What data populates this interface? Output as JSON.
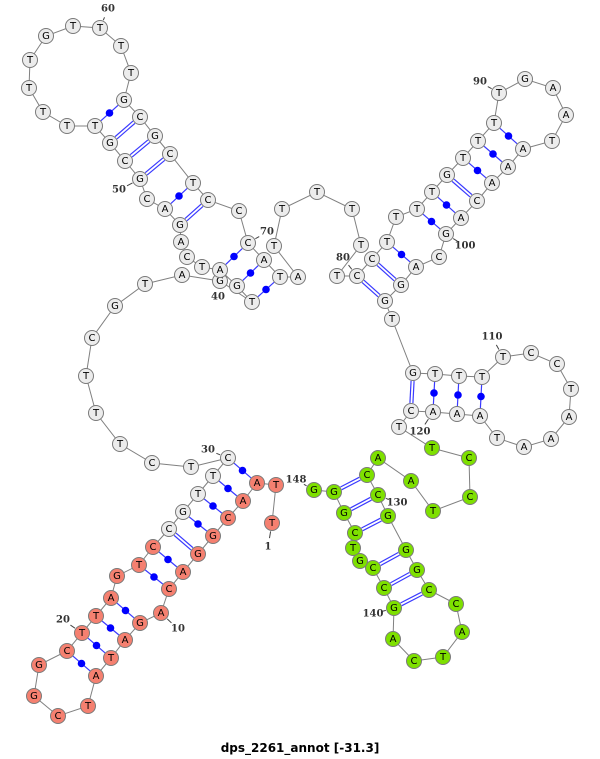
{
  "title": "dps_2261_annot [-31.3]",
  "sequence": "TTAACGGACAGATATCGGCTTAGTCCGTTCTCTTTCGTAGTGATCAGACGCGTTTTTGTTTTGCGCTCCCATATTTTTTCCTTTTGTTTTGAATAAACAGCAGGTGTTTTCCTAAATAAACTTCCTAACCGGGCCATCAGCCGTCGGG",
  "pairs": [
    [
      3,
      30
    ],
    [
      4,
      29
    ],
    [
      5,
      28
    ],
    [
      6,
      27
    ],
    [
      7,
      26
    ],
    [
      8,
      25
    ],
    [
      9,
      24
    ],
    [
      11,
      22
    ],
    [
      12,
      21
    ],
    [
      13,
      20
    ],
    [
      14,
      19
    ],
    [
      41,
      72
    ],
    [
      42,
      71
    ],
    [
      43,
      70
    ],
    [
      47,
      68
    ],
    [
      48,
      67
    ],
    [
      50,
      66
    ],
    [
      51,
      65
    ],
    [
      52,
      64
    ],
    [
      53,
      63
    ],
    [
      80,
      104
    ],
    [
      81,
      103
    ],
    [
      82,
      102
    ],
    [
      84,
      100
    ],
    [
      85,
      99
    ],
    [
      86,
      98
    ],
    [
      87,
      97
    ],
    [
      88,
      96
    ],
    [
      89,
      95
    ],
    [
      106,
      121
    ],
    [
      107,
      120
    ],
    [
      108,
      119
    ],
    [
      109,
      118
    ],
    [
      129,
      147
    ],
    [
      130,
      146
    ],
    [
      131,
      145
    ],
    [
      132,
      142
    ],
    [
      133,
      141
    ],
    [
      134,
      140
    ]
  ],
  "color_regions": [
    {
      "from": 1,
      "to": 25,
      "color": "#f58070"
    },
    {
      "from": 26,
      "to": 122,
      "color": "#ececec"
    },
    {
      "from": 123,
      "to": 148,
      "color": "#7ee000"
    }
  ],
  "colors": {
    "backbone": "#808080",
    "pair": "#3a3aff",
    "pair_dot": "#0000ff"
  },
  "numbering": [
    "1",
    "10",
    "20",
    "30",
    "40",
    "50",
    "60",
    "70",
    "80",
    "90",
    "100",
    "110",
    "120",
    "130",
    "140",
    "148"
  ]
}
